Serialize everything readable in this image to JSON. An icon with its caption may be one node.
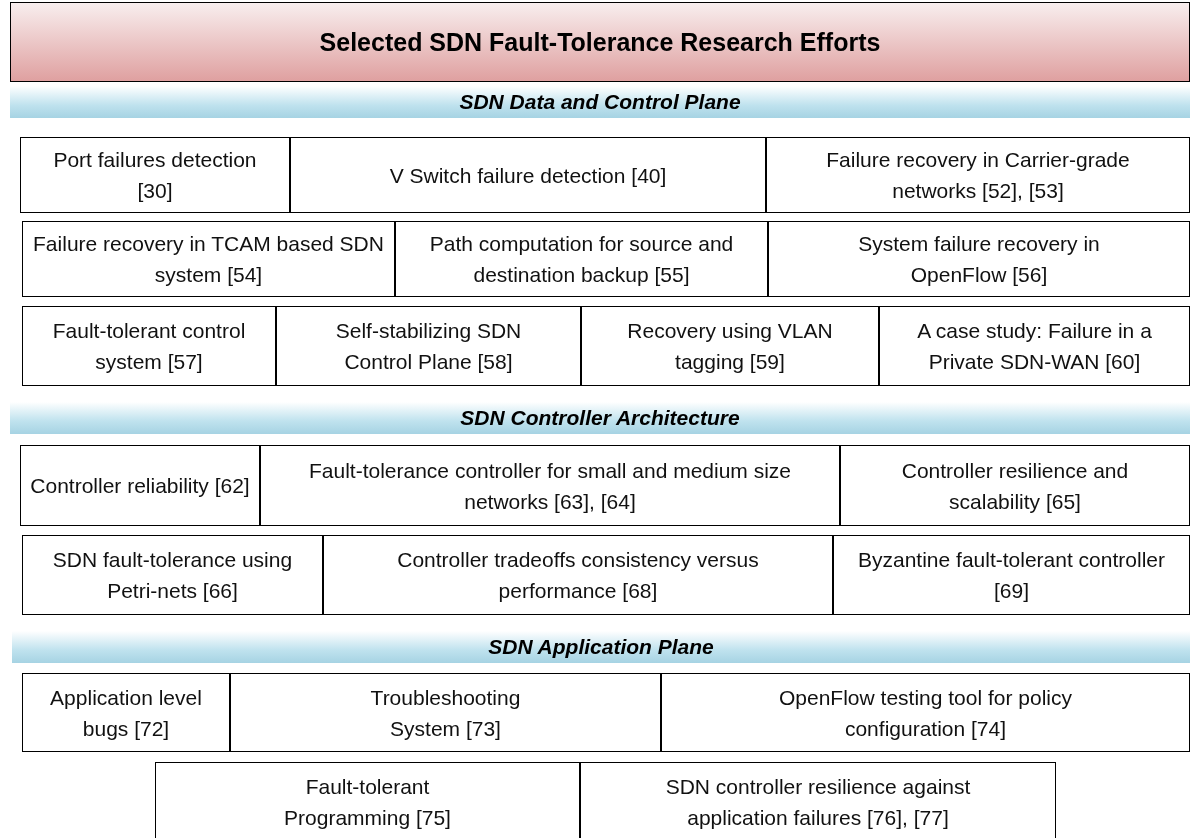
{
  "diagram": {
    "nodes": [
      {
        "text": [
          "Selected SDN Fault-Tolerance Research Efforts"
        ]
      },
      {
        "text": [
          "SDN Data and Control Plane"
        ]
      },
      {
        "text": [
          "Port failures detection [30]"
        ]
      },
      {
        "text": [
          "V Switch failure detection [40]"
        ]
      },
      {
        "text": [
          "Failure recovery in Carrier-grade networks [52], [53]"
        ]
      },
      {
        "text": [
          "Failure recovery in TCAM based SDN system [54]"
        ]
      },
      {
        "text": [
          "Path computation for source and destination backup [55]"
        ]
      },
      {
        "text": [
          "System failure recovery in OpenFlow [56]"
        ]
      },
      {
        "text": [
          "Fault-tolerant control system [57]"
        ]
      },
      {
        "text": [
          "Self-stabilizing SDN Control Plane [58]"
        ]
      },
      {
        "text": [
          "Recovery using VLAN tagging [59]"
        ]
      },
      {
        "text": [
          "A case study: Failure in a Private SDN-WAN [60]"
        ]
      },
      {
        "text": [
          "SDN Controller Architecture"
        ]
      },
      {
        "text": [
          "Controller reliability [62]"
        ]
      },
      {
        "text": [
          "Fault-tolerance controller for small and medium size networks [63], [64]"
        ]
      },
      {
        "text": [
          "Controller resilience and scalability [65]"
        ]
      },
      {
        "text": [
          "SDN fault-tolerance using Petri-nets [66]"
        ]
      },
      {
        "text": [
          "Controller tradeoffs consistency versus performance [68]"
        ]
      },
      {
        "text": [
          "Byzantine fault-tolerant controller [69]"
        ]
      },
      {
        "text": [
          "SDN Application Plane"
        ]
      },
      {
        "text": [
          "Application level bugs [72]"
        ]
      },
      {
        "text": [
          "Troubleshooting System [73]"
        ]
      },
      {
        "text": [
          "OpenFlow testing tool for policy configuration [74]"
        ]
      },
      {
        "text": [
          "Fault-tolerant Programming [75]"
        ]
      },
      {
        "text": [
          "SDN controller resilience against application failures [76], [77]"
        ]
      }
    ]
  }
}
